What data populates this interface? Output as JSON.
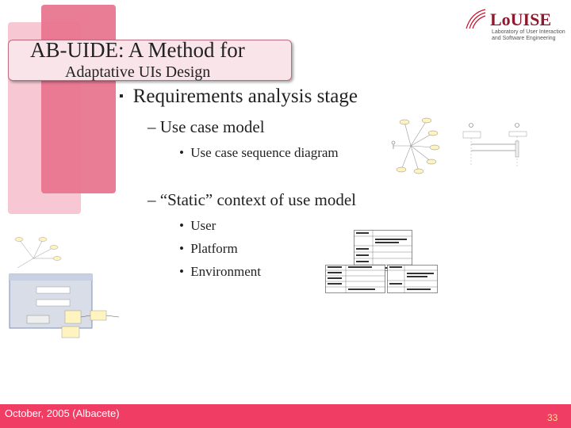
{
  "header": {
    "title_main": "AB-UIDE: A Method for",
    "title_sub": "Adaptative UIs Design",
    "logo_text": "LoUISE",
    "logo_sub1": "Laboratory of User Interaction",
    "logo_sub2": "and Software Engineering"
  },
  "content": {
    "level1": "Requirements analysis stage",
    "level2_1": "Use case model",
    "level3_1": "Use case sequence diagram",
    "level2_2": "“Static” context of use model",
    "level3_items": [
      "User",
      "Platform",
      "Environment"
    ]
  },
  "footer": {
    "text": "October, 2005 (Albacete)",
    "page": "33"
  },
  "colors": {
    "accent": "#ef3d64",
    "deco_light": "#f7c8d4",
    "deco_dark": "#e8728d",
    "page_number": "#ffe08a"
  },
  "icons": {
    "bullet_l1": "square-bullet",
    "bullet_l2": "dash",
    "bullet_l3": "dot"
  }
}
